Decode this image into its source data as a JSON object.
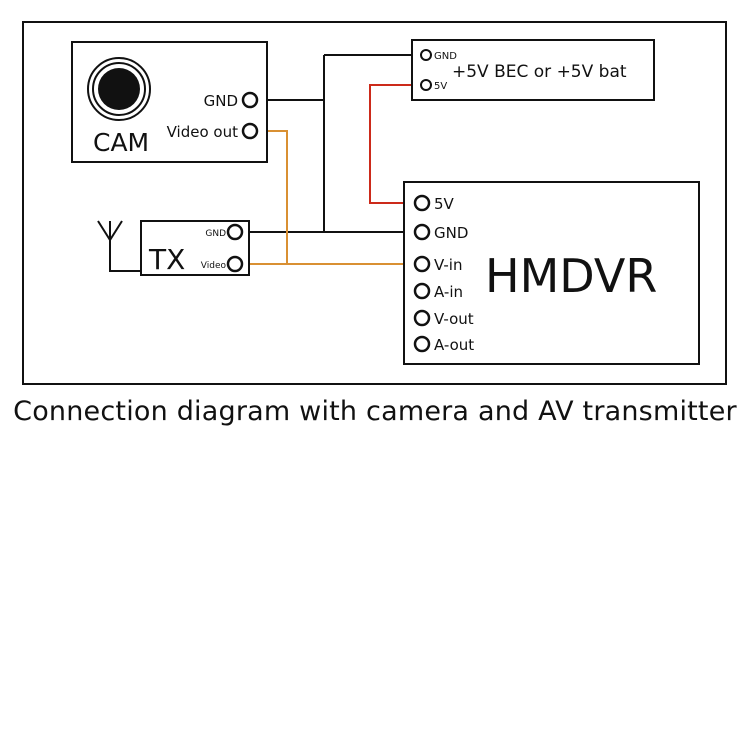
{
  "camera": {
    "label": "CAM",
    "gnd_label": "GND",
    "video_label": "Video out"
  },
  "transmitter": {
    "label": "TX",
    "gnd_label": "GND",
    "video_label": "Video"
  },
  "power": {
    "label": "+5V BEC or +5V bat",
    "gnd_label": "GND",
    "v5_label": "5V"
  },
  "dvr": {
    "label": "HMDVR",
    "pins": [
      "5V",
      "GND",
      "V-in",
      "A-in",
      "V-out",
      "A-out"
    ]
  },
  "caption": "Connection diagram with camera and AV transmitter",
  "colors": {
    "gnd_wire": "#111111",
    "power_wire": "#cc2a1a",
    "video_wire": "#d99033"
  }
}
